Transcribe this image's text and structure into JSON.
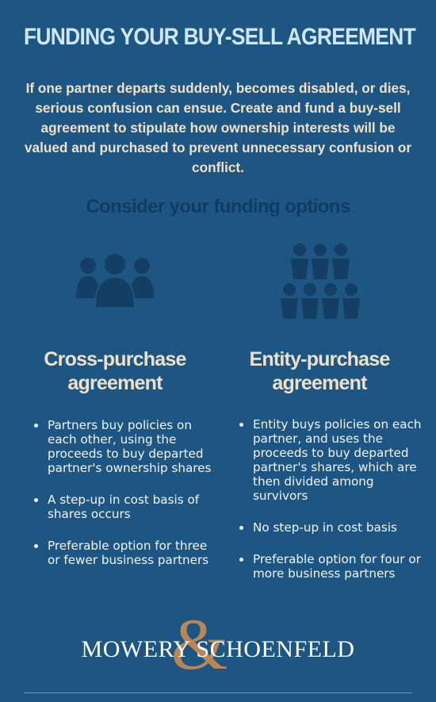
{
  "title": "FUNDING YOUR BUY-SELL AGREEMENT",
  "intro": "If one partner departs suddenly, becomes disabled, or dies, serious confusion can ensue. Create and fund a buy-sell agreement to stipulate how ownership interests will be valued and purchased to prevent unnecessary confusion or conflict.",
  "subhead": "Consider your funding options",
  "colors": {
    "background": "#1e5683",
    "icon": "#143e63",
    "heading": "#efe0c8",
    "title": "#cfe6f5",
    "logo_amp": "#b98657"
  },
  "columns": [
    {
      "icon": "group-of-three-people-icon",
      "title_line1": "Cross-purchase",
      "title_line2": "agreement",
      "bullets": [
        "Partners buy policies on each other, using the proceeds to buy departed partner's ownership shares",
        "A step-up in cost basis of shares occurs",
        "Preferable option for three or fewer business partners"
      ]
    },
    {
      "icon": "many-people-grid-icon",
      "title_line1": "Entity-purchase",
      "title_line2": "agreement",
      "bullets": [
        "Entity buys policies on each partner, and uses the proceeds to buy departed partner's shares, which are then divided among survivors",
        "No step-up in cost basis",
        "Preferable option for four or more business partners"
      ]
    }
  ],
  "logo": {
    "text": "MOWERY SCHOENFELD",
    "ampersand": "&"
  }
}
